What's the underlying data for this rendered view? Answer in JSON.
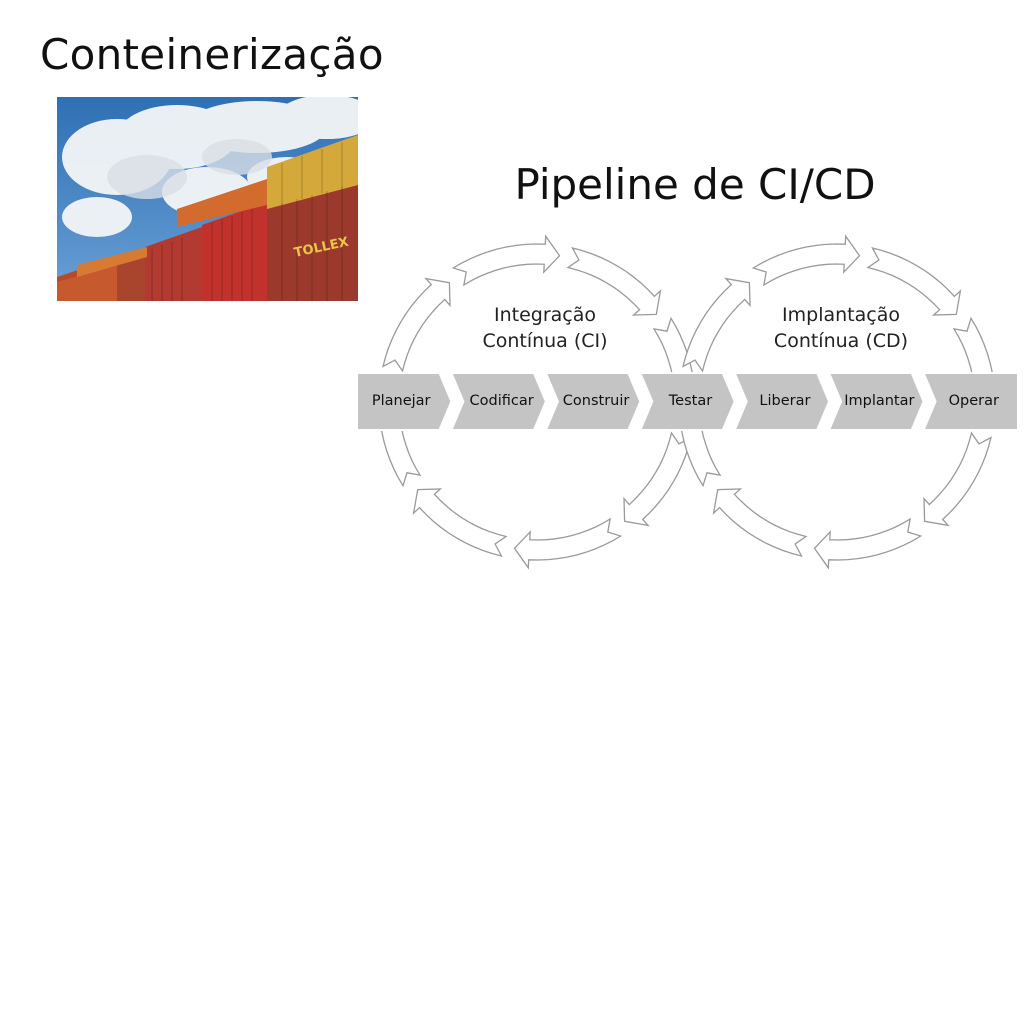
{
  "titles": {
    "containerization": "Conteinerização",
    "pipeline": "Pipeline de CI/CD"
  },
  "loops": {
    "ci": {
      "line1": "Integração",
      "line2": "Contínua (CI)"
    },
    "cd": {
      "line1": "Implantação",
      "line2": "Contínua (CD)"
    }
  },
  "stages": [
    "Planejar",
    "Codificar",
    "Construir",
    "Testar",
    "Liberar",
    "Implantar",
    "Operar"
  ],
  "colors": {
    "stage_fill": "#c4c4c4",
    "arrow_stroke": "#9a9a9a",
    "arrow_fill": "#ffffff"
  },
  "photo": {
    "icon": "shipping-containers-photo",
    "container_text": "TOLLEX"
  }
}
